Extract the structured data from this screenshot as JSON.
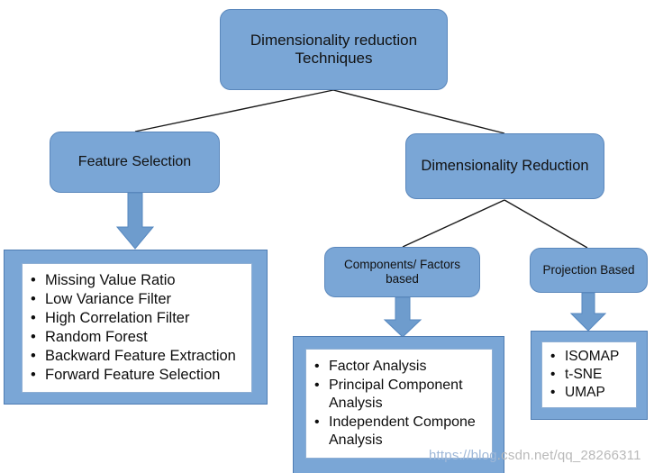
{
  "diagram": {
    "title": "Dimensionality reduction Techniques",
    "nodes": {
      "root": {
        "label": "Dimensionality reduction\nTechniques"
      },
      "feature_selection": {
        "label": "Feature Selection"
      },
      "dimensionality_reduction": {
        "label": "Dimensionality Reduction"
      },
      "components_factors": {
        "label": "Components/ Factors\nbased"
      },
      "projection_based": {
        "label": "Projection Based"
      }
    },
    "lists": {
      "feature_selection_methods": [
        "Missing Value Ratio",
        "Low Variance Filter",
        "High Correlation Filter",
        "Random Forest",
        "Backward Feature Extraction",
        "Forward Feature Selection"
      ],
      "components_factors_methods": [
        "Factor Analysis",
        "Principal Component Analysis",
        "Independent Compone Analysis"
      ],
      "projection_based_methods": [
        "ISOMAP",
        "t-SNE",
        "UMAP"
      ]
    },
    "colors": {
      "node_fill": "#7AA6D6",
      "node_border": "#5A87BC",
      "frame_fill": "#7AA6D6",
      "inner_fill": "#FFFFFF",
      "connector_line": "#1A1A1A",
      "arrow_fill": "#6E9CCD",
      "arrow_border": "#5587BF",
      "text": "#111111"
    }
  },
  "watermark": {
    "text_left": "https://blog",
    "text_right": ".csdn.net/qq_28266311",
    "full": "https://blog.csdn.net/qq_28266311"
  }
}
